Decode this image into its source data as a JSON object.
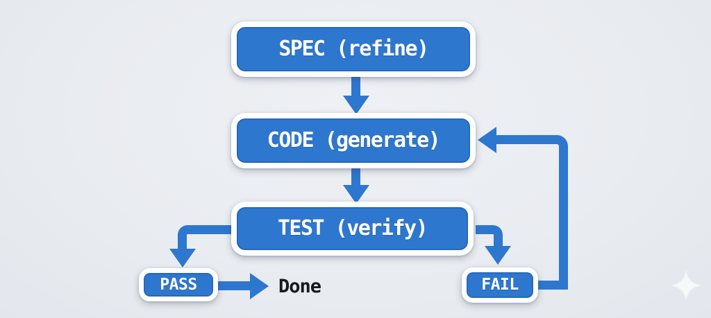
{
  "diagram": {
    "type": "flowchart",
    "nodes": {
      "spec": {
        "label": "SPEC (refine)"
      },
      "code": {
        "label": "CODE (generate)"
      },
      "test": {
        "label": "TEST (verify)"
      },
      "pass": {
        "label": "PASS"
      },
      "fail": {
        "label": "FAIL"
      },
      "done": {
        "label": "Done"
      }
    },
    "edges": [
      {
        "from": "spec",
        "to": "code",
        "style": "arrow-down"
      },
      {
        "from": "code",
        "to": "test",
        "style": "arrow-down"
      },
      {
        "from": "test",
        "to": "pass",
        "style": "elbow-left-down"
      },
      {
        "from": "test",
        "to": "fail",
        "style": "elbow-right-down"
      },
      {
        "from": "pass",
        "to": "done",
        "style": "arrow-right"
      },
      {
        "from": "fail",
        "to": "code",
        "style": "loop-right-up-left"
      }
    ],
    "colors": {
      "node_fill": "#2e77cf",
      "node_border": "#ffffff",
      "arrow": "#2e77cf",
      "background": "#e9ecf0",
      "node_text": "#ffffff",
      "done_text": "#17191e"
    },
    "decorations": {
      "watermark": "four-point-star-sparkle"
    }
  }
}
